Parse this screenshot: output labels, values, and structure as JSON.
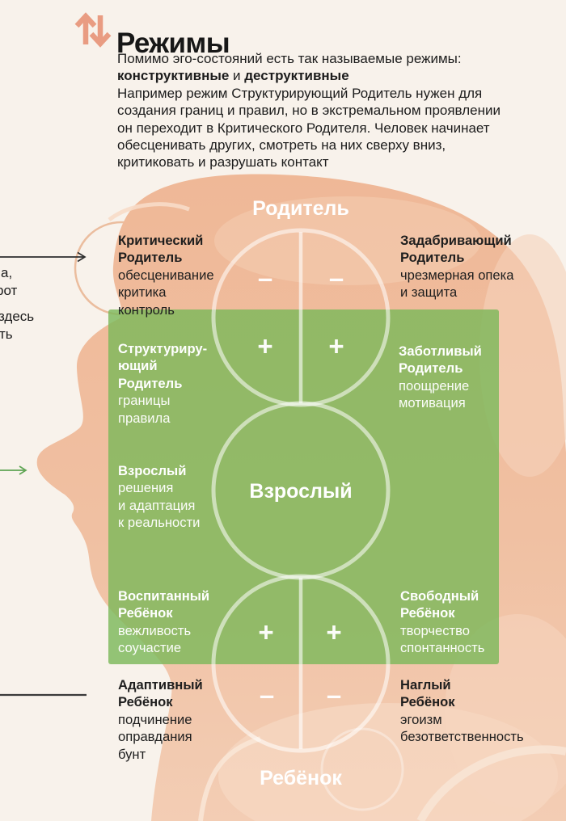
{
  "page": {
    "background": "#F8F2EB",
    "accent_salmon": "#E99C82",
    "green_overlay": "#7CB85A",
    "text_dark": "#1E1E1E",
    "text_light": "#FFFFFF"
  },
  "header": {
    "title": "Режимы",
    "icon": "swap-vertical-arrows"
  },
  "intro": {
    "line1": "Помимо эго-состояний есть так называемые режимы:",
    "bold1": "конструктивные",
    "connector": " и ",
    "bold2": "деструктивные",
    "body": "Например режим Структурирующий Родитель нужен для\nсоздания границ и правил, но в экстремальном проявлении\nон переходит в Критического Родителя. Человек начинает\nобесценивать других, смотреть на них сверху вниз,\nкритиковать и разрушать контакт"
  },
  "margin_notes": {
    "fragment1": "а,",
    "fragment2": "рот",
    "fragment3": "здесь",
    "fragment4": "ть"
  },
  "diagram": {
    "ego_labels": {
      "top": "Родитель",
      "middle": "Взрослый",
      "bottom": "Ребёнок"
    },
    "signs": {
      "plus": "+",
      "minus": "–"
    },
    "modes": [
      {
        "id": "critical-parent",
        "tone": "destructive",
        "title": "Критический\nРодитель",
        "desc": "обесценивание\nкритика\nконтроль"
      },
      {
        "id": "placating-parent",
        "tone": "destructive",
        "title": "Задабривающий\nРодитель",
        "desc": "чрезмерная опека\nи защита"
      },
      {
        "id": "structuring-parent",
        "tone": "constructive",
        "title": "Структуриру-\nющий\nРодитель",
        "desc": "границы\nправила"
      },
      {
        "id": "caring-parent",
        "tone": "constructive",
        "title": "Заботливый\nРодитель",
        "desc": "поощрение\nмотивация"
      },
      {
        "id": "adult",
        "tone": "constructive",
        "title": "Взрослый",
        "desc": "решения\nи адаптация\nк реальности"
      },
      {
        "id": "well-mannered-child",
        "tone": "constructive",
        "title": "Воспитанный\nРебёнок",
        "desc": "вежливость\nсоучастие"
      },
      {
        "id": "free-child",
        "tone": "constructive",
        "title": "Свободный\nРебёнок",
        "desc": "творчество\nспонтанность"
      },
      {
        "id": "adaptive-child",
        "tone": "destructive",
        "title": "Адаптивный\nРебёнок",
        "desc": "подчинение\nоправдания\nбунт"
      },
      {
        "id": "impudent-child",
        "tone": "destructive",
        "title": "Наглый\nРебёнок",
        "desc": "эгоизм\nбезответственность"
      }
    ]
  }
}
